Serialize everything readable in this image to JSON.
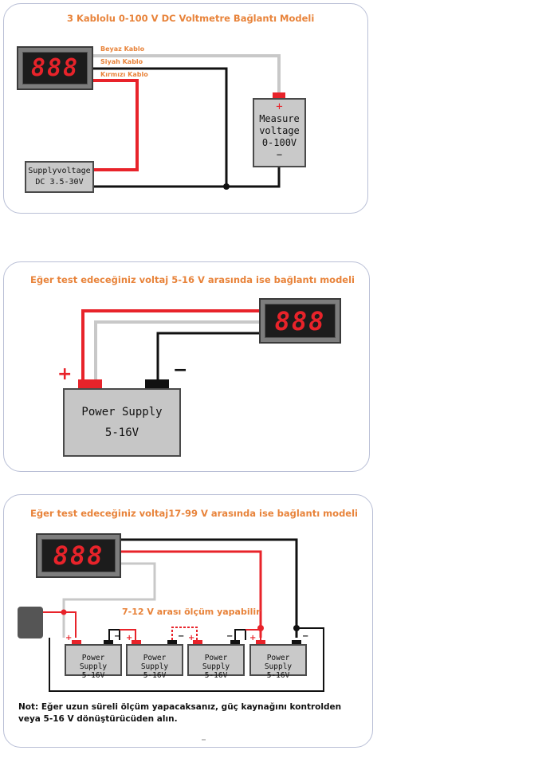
{
  "panel1": {
    "title": "3 Kablolu 0-100 V DC Voltmetre Bağlantı Modeli",
    "display": "888",
    "wire_white": "Beyaz Kablo",
    "wire_black": "Siyah Kablo",
    "wire_red": "Kırmızı Kablo",
    "supply_line1": "Supplyvoltage",
    "supply_line2": "DC 3.5-30V",
    "measure_line1": "Measure",
    "measure_line2": "voltage",
    "measure_line3": "0-100V",
    "plus": "+",
    "minus": "−"
  },
  "panel2": {
    "title": "Eğer test edeceğiniz voltaj 5-16 V arasında ise bağlantı modeli",
    "display": "888",
    "supply_line1": "Power Supply",
    "supply_line2": "5-16V",
    "plus": "+",
    "minus": "−"
  },
  "panel3": {
    "title": "Eğer test edeceğiniz voltaj17-99 V arasında ise bağlantı modeli",
    "display": "888",
    "range_note": "7-12 V arası ölçüm yapabilir",
    "supplies": [
      {
        "line1": "Power Supply",
        "line2": "5-16V"
      },
      {
        "line1": "Power Supply",
        "line2": "5-16V"
      },
      {
        "line1": "Power Supply",
        "line2": "5-16V"
      },
      {
        "line1": "Power Supply",
        "line2": "5-16V"
      }
    ],
    "note": "Not: Eğer uzun süreli ölçüm yapacaksanız, güç kaynağını kontrolden veya 5-16 V dönüştürücüden alın."
  },
  "colors": {
    "red_wire": "#e8232a",
    "black_wire": "#111111",
    "white_wire": "#c8c8c8",
    "title_orange": "#e8833a",
    "panel_border": "#b9bfd6"
  }
}
